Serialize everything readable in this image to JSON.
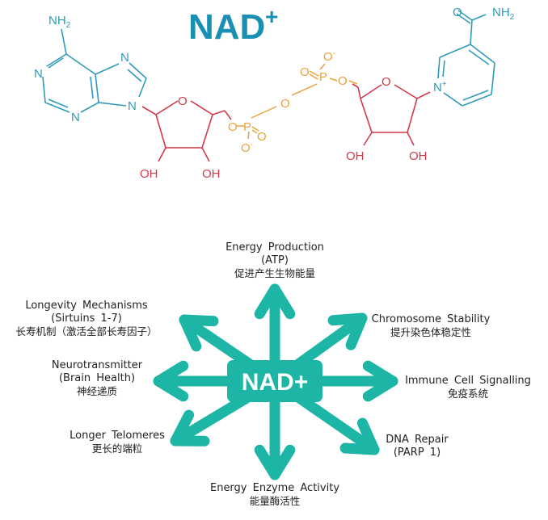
{
  "title": {
    "text": "NAD",
    "superscript": "+",
    "color": "#1a8fb4"
  },
  "molecule": {
    "colors": {
      "base": "#2e9bb8",
      "sugar": "#d23a4a",
      "phosphate": "#e9a33a"
    },
    "adenine_labels": {
      "amine": "NH",
      "amine_sub": "2",
      "n1": "N",
      "n3": "N",
      "n7": "N",
      "n9": "N"
    },
    "sugar_left_labels": {
      "ring_o": "O",
      "oh1": "OH",
      "oh2": "OH"
    },
    "phosphate_labels": {
      "p1_o_link": "O",
      "p1": "P",
      "p1_double_o": "O",
      "p1_o_minus": "O",
      "minus": "-",
      "bridge_o": "O",
      "p2": "P",
      "p2_double_o": "O",
      "p2_o_minus": "O",
      "p2_o_link": "O"
    },
    "sugar_right_labels": {
      "ring_o": "O",
      "oh1": "OH",
      "oh2": "OH"
    },
    "nicotinamide_labels": {
      "carbonyl_o": "O",
      "amide": "NH",
      "amide_sub": "2",
      "ring_n": "N",
      "plus": "+"
    }
  },
  "hub": {
    "center_label": "NAD+",
    "color": "#1cb5a6",
    "text_color": "#ffffff",
    "branches": [
      {
        "id": "top",
        "en": [
          "Energy  Production",
          "(ATP)"
        ],
        "zh": "促进产生生物能量"
      },
      {
        "id": "top-right",
        "en": [
          "Chromosome  Stability"
        ],
        "zh": "提升染色体稳定性"
      },
      {
        "id": "right",
        "en": [
          "Immune  Cell  Signalling"
        ],
        "zh": "免疫系统"
      },
      {
        "id": "bottom-right",
        "en": [
          "DNA  Repair",
          "(PARP 1)"
        ],
        "zh": ""
      },
      {
        "id": "bottom",
        "en": [
          "Energy Enzyme Activity"
        ],
        "zh": "能量酶活性"
      },
      {
        "id": "bottom-left",
        "en": [
          "Longer  Telomeres"
        ],
        "zh": "更长的端粒"
      },
      {
        "id": "left",
        "en": [
          "Neurotransmitter",
          "(Brain  Health)"
        ],
        "zh": "神经递质"
      },
      {
        "id": "top-left",
        "en": [
          "Longevity  Mechanisms",
          "(Sirtuins 1-7)"
        ],
        "zh": "长寿机制（激活全部长寿因子）"
      }
    ]
  }
}
